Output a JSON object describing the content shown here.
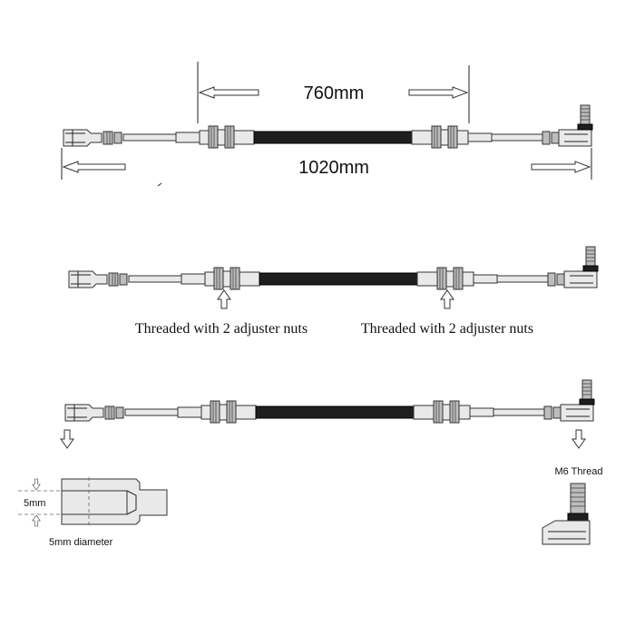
{
  "dimensions": {
    "inner_length": "760mm",
    "overall_length": "1020mm"
  },
  "annotations": {
    "adjuster_left": "Threaded with 2 adjuster nuts",
    "adjuster_right": "Threaded with 2 adjuster nuts",
    "clevis_dim": "5mm",
    "clevis_caption": "5mm diameter",
    "thread_caption": "M6 Thread"
  },
  "colors": {
    "outer_cable": "#1e1e1e",
    "metal": "#e9e9e9",
    "nut": "#bdbdbd",
    "outline": "#333333"
  }
}
